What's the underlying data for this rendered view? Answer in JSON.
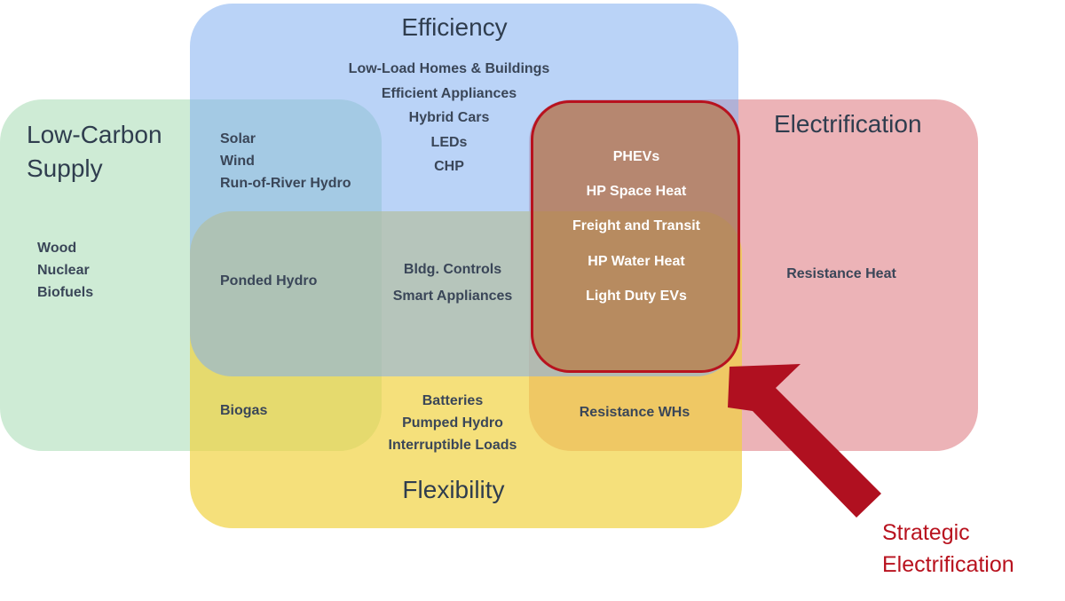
{
  "regions": {
    "efficiency": {
      "title": "Efficiency",
      "color": "#82aff0"
    },
    "low_carbon_supply": {
      "title_lines": [
        "Low-Carbon",
        "Supply"
      ],
      "color": "#b4e1be"
    },
    "electrification": {
      "title": "Electrification",
      "color": "#e0848a"
    },
    "flexibility": {
      "title": "Flexibility",
      "color": "#f0d23c"
    },
    "strategic_electrification": {
      "title_lines": [
        "Strategic",
        "Electrification"
      ],
      "border_color": "#b8121e"
    }
  },
  "items": {
    "efficiency": [
      "Low-Load Homes & Buildings",
      "Efficient Appliances",
      "Hybrid Cars",
      "LEDs",
      "CHP"
    ],
    "low_carbon_efficiency": [
      "Solar",
      "Wind",
      "Run-of-River Hydro"
    ],
    "low_carbon_only": [
      "Wood",
      "Nuclear",
      "Biofuels"
    ],
    "low_carbon_efficiency_flexibility": [
      "Ponded Hydro"
    ],
    "efficiency_flexibility": [
      "Bldg. Controls",
      "Smart Appliances"
    ],
    "strategic_electrification": [
      "PHEVs",
      "HP Space Heat",
      "Freight and Transit",
      "HP Water Heat",
      "Light Duty EVs"
    ],
    "electrification_only": [
      "Resistance Heat"
    ],
    "low_carbon_flexibility": [
      "Biogas"
    ],
    "flexibility_only": [
      "Batteries",
      "Pumped Hydro",
      "Interruptible Loads"
    ],
    "electrification_flexibility": [
      "Resistance WHs"
    ]
  }
}
